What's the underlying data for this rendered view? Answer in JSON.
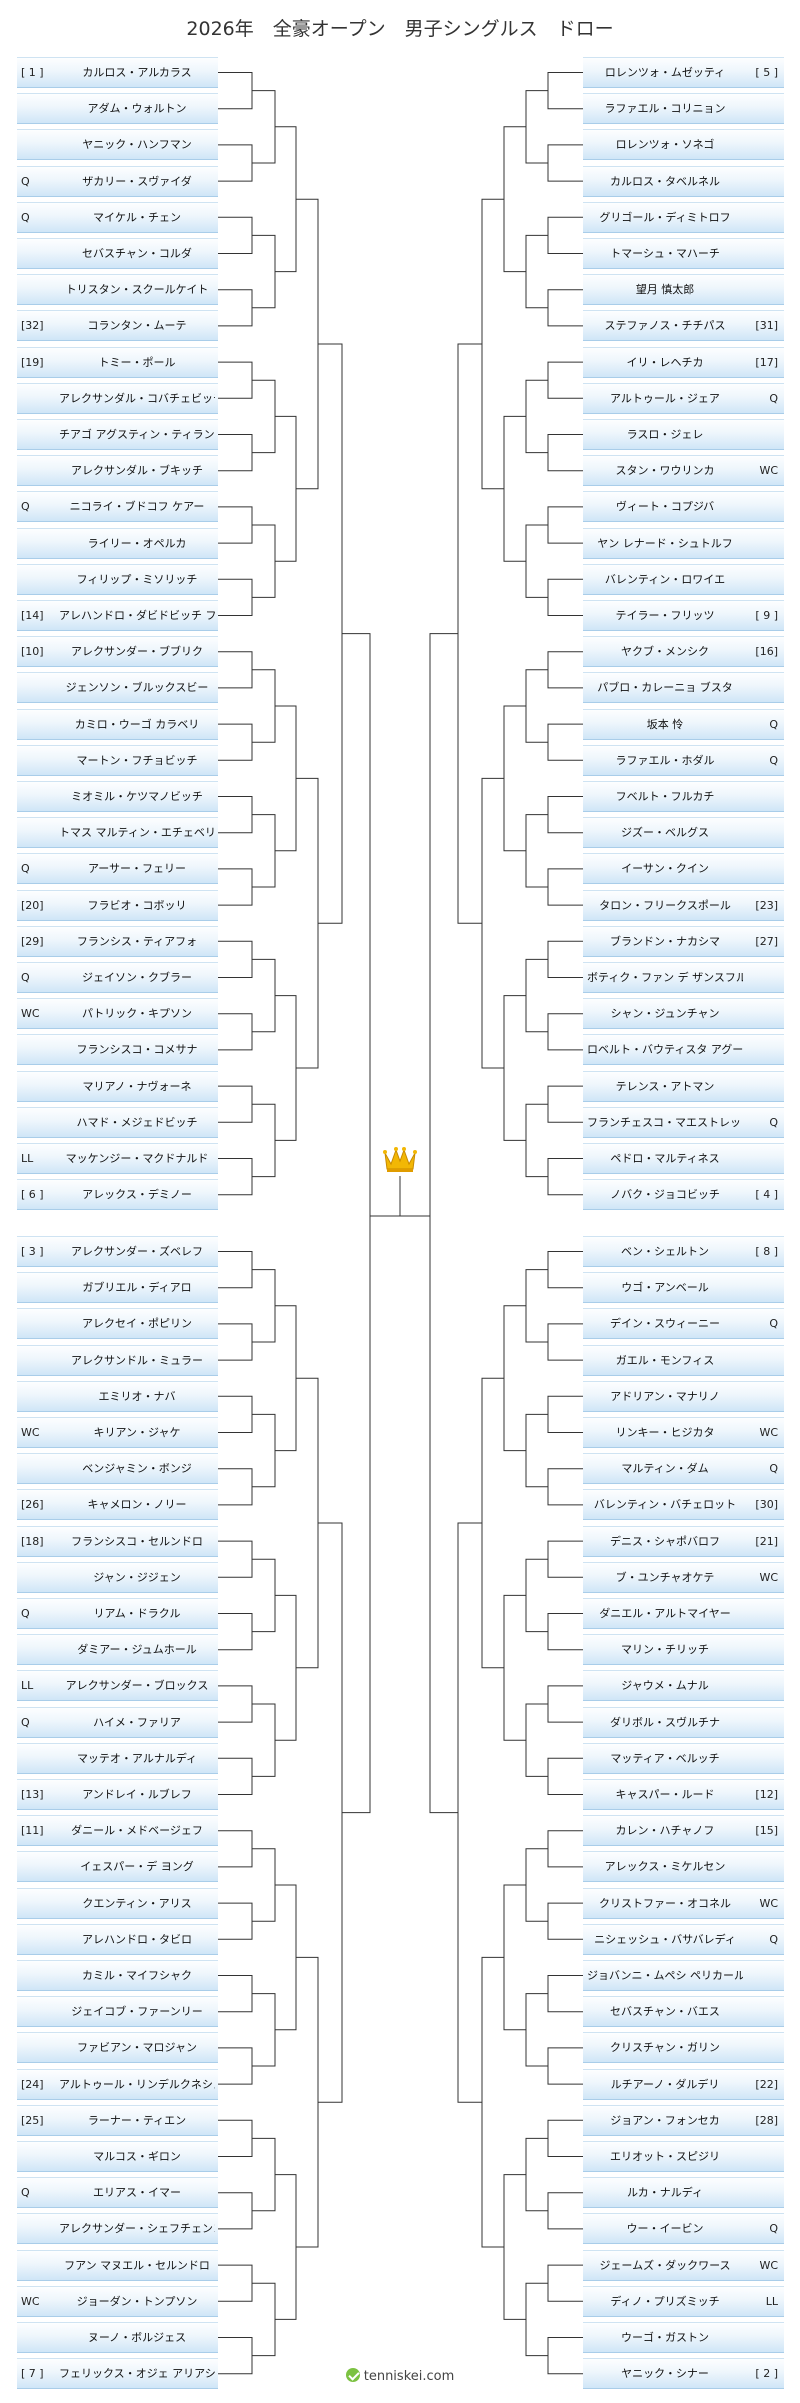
{
  "title": "2026年　全豪オープン　男子シングルス　ドロー",
  "footer": "tenniskei.com",
  "trophy_icon": "crown-icon",
  "colors": {
    "cell_top": "#fdfeff",
    "cell_bottom": "#cfe6f7",
    "border": "#a9cde9",
    "line": "#333333",
    "crown": "#f2b705"
  },
  "top_left": [
    {
      "tag": "[ 1 ]",
      "name": "カルロス・アルカラス"
    },
    {
      "tag": "",
      "name": "アダム・ウォルトン"
    },
    {
      "tag": "",
      "name": "ヤニック・ハンフマン"
    },
    {
      "tag": "Q",
      "name": "ザカリー・スヴァイダ"
    },
    {
      "tag": "Q",
      "name": "マイケル・チェン"
    },
    {
      "tag": "",
      "name": "セバスチャン・コルダ"
    },
    {
      "tag": "",
      "name": "トリスタン・スクールケイト"
    },
    {
      "tag": "[32]",
      "name": "コランタン・ムーテ"
    },
    {
      "tag": "[19]",
      "name": "トミー・ポール"
    },
    {
      "tag": "",
      "name": "アレクサンダル・コバチェビッチ"
    },
    {
      "tag": "",
      "name": "チアゴ アグスティン・ティランテ"
    },
    {
      "tag": "",
      "name": "アレクサンダル・ブキッチ"
    },
    {
      "tag": "Q",
      "name": "ニコライ・ブドコフ ケアー"
    },
    {
      "tag": "",
      "name": "ライリー・オペルカ"
    },
    {
      "tag": "",
      "name": "フィリップ・ミソリッチ"
    },
    {
      "tag": "[14]",
      "name": "アレハンドロ・ダビドビッチ フォキナ"
    },
    {
      "tag": "[10]",
      "name": "アレクサンダー・ブブリク"
    },
    {
      "tag": "",
      "name": "ジェンソン・ブルックスビー"
    },
    {
      "tag": "",
      "name": "カミロ・ウーゴ カラベリ"
    },
    {
      "tag": "",
      "name": "マートン・フチョビッチ"
    },
    {
      "tag": "",
      "name": "ミオミル・ケツマノビッチ"
    },
    {
      "tag": "",
      "name": "トマス マルティン・エチェベリー"
    },
    {
      "tag": "Q",
      "name": "アーサー・フェリー"
    },
    {
      "tag": "[20]",
      "name": "フラビオ・コボッリ"
    },
    {
      "tag": "[29]",
      "name": "フランシス・ティアフォ"
    },
    {
      "tag": "Q",
      "name": "ジェイソン・クブラー"
    },
    {
      "tag": "WC",
      "name": "パトリック・キプソン"
    },
    {
      "tag": "",
      "name": "フランシスコ・コメサナ"
    },
    {
      "tag": "",
      "name": "マリアノ・ナヴォーネ"
    },
    {
      "tag": "",
      "name": "ハマド・メジェドビッチ"
    },
    {
      "tag": "LL",
      "name": "マッケンジー・マクドナルド"
    },
    {
      "tag": "[ 6 ]",
      "name": "アレックス・デミノー"
    }
  ],
  "top_right": [
    {
      "tag": "[ 5 ]",
      "name": "ロレンツォ・ムゼッティ"
    },
    {
      "tag": "",
      "name": "ラファエル・コリニョン"
    },
    {
      "tag": "",
      "name": "ロレンツォ・ソネゴ"
    },
    {
      "tag": "",
      "name": "カルロス・タベルネル"
    },
    {
      "tag": "",
      "name": "グリゴール・ディミトロフ"
    },
    {
      "tag": "",
      "name": "トマーシュ・マハーチ"
    },
    {
      "tag": "",
      "name": "望月 慎太郎"
    },
    {
      "tag": "[31]",
      "name": "ステファノス・チチパス"
    },
    {
      "tag": "[17]",
      "name": "イリ・レヘチカ"
    },
    {
      "tag": "Q",
      "name": "アルトゥール・ジェア"
    },
    {
      "tag": "",
      "name": "ラスロ・ジェレ"
    },
    {
      "tag": "WC",
      "name": "スタン・ワウリンカ"
    },
    {
      "tag": "",
      "name": "ヴィート・コプジバ"
    },
    {
      "tag": "",
      "name": "ヤン レナード・シュトルフ"
    },
    {
      "tag": "",
      "name": "バレンティン・ロワイエ"
    },
    {
      "tag": "[ 9 ]",
      "name": "テイラー・フリッツ"
    },
    {
      "tag": "[16]",
      "name": "ヤクブ・メンシク"
    },
    {
      "tag": "",
      "name": "パブロ・カレーニョ ブスタ"
    },
    {
      "tag": "Q",
      "name": "坂本 怜"
    },
    {
      "tag": "Q",
      "name": "ラファエル・ホダル"
    },
    {
      "tag": "",
      "name": "フベルト・フルカチ"
    },
    {
      "tag": "",
      "name": "ジズー・ベルグス"
    },
    {
      "tag": "",
      "name": "イーサン・クイン"
    },
    {
      "tag": "[23]",
      "name": "タロン・フリークスポール"
    },
    {
      "tag": "[27]",
      "name": "ブランドン・ナカシマ"
    },
    {
      "tag": "",
      "name": "ボティク・ファン デ ザンスフルプ"
    },
    {
      "tag": "",
      "name": "シャン・ジュンチャン"
    },
    {
      "tag": "",
      "name": "ロベルト・バウティスタ アグート"
    },
    {
      "tag": "",
      "name": "テレンス・アトマン"
    },
    {
      "tag": "Q",
      "name": "フランチェスコ・マエストレッリ"
    },
    {
      "tag": "",
      "name": "ペドロ・マルティネス"
    },
    {
      "tag": "[ 4 ]",
      "name": "ノバク・ジョコビッチ"
    }
  ],
  "bottom_left": [
    {
      "tag": "[ 3 ]",
      "name": "アレクサンダー・ズベレフ"
    },
    {
      "tag": "",
      "name": "ガブリエル・ディアロ"
    },
    {
      "tag": "",
      "name": "アレクセイ・ポピリン"
    },
    {
      "tag": "",
      "name": "アレクサンドル・ミュラー"
    },
    {
      "tag": "",
      "name": "エミリオ・ナバ"
    },
    {
      "tag": "WC",
      "name": "キリアン・ジャケ"
    },
    {
      "tag": "",
      "name": "ベンジャミン・ボンジ"
    },
    {
      "tag": "[26]",
      "name": "キャメロン・ノリー"
    },
    {
      "tag": "[18]",
      "name": "フランシスコ・セルンドロ"
    },
    {
      "tag": "",
      "name": "ジャン・ジジェン"
    },
    {
      "tag": "Q",
      "name": "リアム・ドラクル"
    },
    {
      "tag": "",
      "name": "ダミアー・ジュムホール"
    },
    {
      "tag": "LL",
      "name": "アレクサンダー・ブロックス"
    },
    {
      "tag": "Q",
      "name": "ハイメ・ファリア"
    },
    {
      "tag": "",
      "name": "マッテオ・アルナルディ"
    },
    {
      "tag": "[13]",
      "name": "アンドレイ・ルブレフ"
    },
    {
      "tag": "[11]",
      "name": "ダニール・メドベージェフ"
    },
    {
      "tag": "",
      "name": "イェスパー・デ ヨング"
    },
    {
      "tag": "",
      "name": "クエンティン・アリス"
    },
    {
      "tag": "",
      "name": "アレハンドロ・タビロ"
    },
    {
      "tag": "",
      "name": "カミル・マイフシャク"
    },
    {
      "tag": "",
      "name": "ジェイコブ・ファーンリー"
    },
    {
      "tag": "",
      "name": "ファビアン・マロジャン"
    },
    {
      "tag": "[24]",
      "name": "アルトゥール・リンデルクネシュ"
    },
    {
      "tag": "[25]",
      "name": "ラーナー・ティエン"
    },
    {
      "tag": "",
      "name": "マルコス・ギロン"
    },
    {
      "tag": "Q",
      "name": "エリアス・イマー"
    },
    {
      "tag": "",
      "name": "アレクサンダー・シェフチェンコ"
    },
    {
      "tag": "",
      "name": "フアン マヌエル・セルンドロ"
    },
    {
      "tag": "WC",
      "name": "ジョーダン・トンプソン"
    },
    {
      "tag": "",
      "name": "ヌーノ・ボルジェス"
    },
    {
      "tag": "[ 7 ]",
      "name": "フェリックス・オジェ アリアシム"
    }
  ],
  "bottom_right": [
    {
      "tag": "[ 8 ]",
      "name": "ベン・シェルトン"
    },
    {
      "tag": "",
      "name": "ウゴ・アンベール"
    },
    {
      "tag": "Q",
      "name": "デイン・スウィーニー"
    },
    {
      "tag": "",
      "name": "ガエル・モンフィス"
    },
    {
      "tag": "",
      "name": "アドリアン・マナリノ"
    },
    {
      "tag": "WC",
      "name": "リンキー・ヒジカタ"
    },
    {
      "tag": "Q",
      "name": "マルティン・ダム"
    },
    {
      "tag": "[30]",
      "name": "バレンティン・バチェロット"
    },
    {
      "tag": "[21]",
      "name": "デニス・シャポバロフ"
    },
    {
      "tag": "WC",
      "name": "ブ・ユンチャオケテ"
    },
    {
      "tag": "",
      "name": "ダニエル・アルトマイヤー"
    },
    {
      "tag": "",
      "name": "マリン・チリッチ"
    },
    {
      "tag": "",
      "name": "ジャウメ・ムナル"
    },
    {
      "tag": "",
      "name": "ダリボル・スヴルチナ"
    },
    {
      "tag": "",
      "name": "マッティア・ベルッチ"
    },
    {
      "tag": "[12]",
      "name": "キャスパー・ルード"
    },
    {
      "tag": "[15]",
      "name": "カレン・ハチャノフ"
    },
    {
      "tag": "",
      "name": "アレックス・ミケルセン"
    },
    {
      "tag": "WC",
      "name": "クリストファー・オコネル"
    },
    {
      "tag": "Q",
      "name": "ニシェッシュ・バサバレディ"
    },
    {
      "tag": "",
      "name": "ジョバンニ・ムペシ ペリカール"
    },
    {
      "tag": "",
      "name": "セバスチャン・バエス"
    },
    {
      "tag": "",
      "name": "クリスチャン・ガリン"
    },
    {
      "tag": "[22]",
      "name": "ルチアーノ・ダルデリ"
    },
    {
      "tag": "[28]",
      "name": "ジョアン・フォンセカ"
    },
    {
      "tag": "",
      "name": "エリオット・スピジリ"
    },
    {
      "tag": "",
      "name": "ルカ・ナルディ"
    },
    {
      "tag": "Q",
      "name": "ウー・イービン"
    },
    {
      "tag": "WC",
      "name": "ジェームズ・ダックワース"
    },
    {
      "tag": "LL",
      "name": "ディノ・プリズミッチ"
    },
    {
      "tag": "",
      "name": "ウーゴ・ガストン"
    },
    {
      "tag": "[ 2 ]",
      "name": "ヤニック・シナー"
    }
  ]
}
